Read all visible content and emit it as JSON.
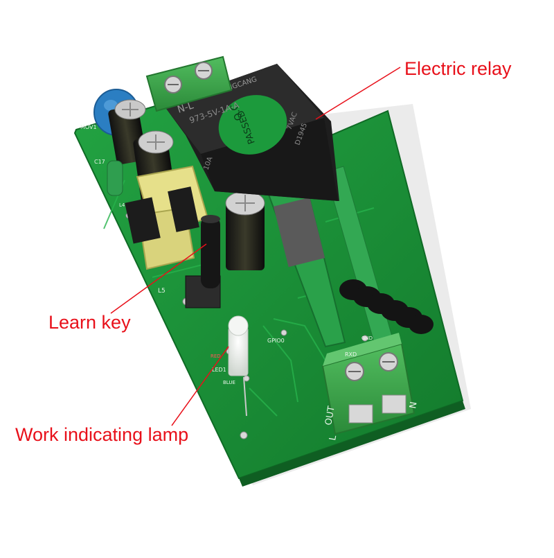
{
  "annotations": {
    "relay": "Electric relay",
    "learn_key": "Learn key",
    "lamp": "Work indicating lamp"
  },
  "relay_markings": {
    "brand": "N-L",
    "maker": "HUILONGCANG",
    "model": "973-5V-1A-A",
    "qc_top": "Q.C",
    "qc_bottom": "PASSED",
    "rating": "7VAC",
    "batch": "D1945",
    "voltage": "10A"
  },
  "board_silkscreen": {
    "mov": "MOV1",
    "c17": "C17",
    "l4": "L4",
    "l5": "L5",
    "gpio": "GPIO0",
    "red": "RED",
    "led1": "LED1",
    "blue": "BLUE",
    "rxd": "RXD",
    "gnd": "GND",
    "out": "OUT",
    "l": "L",
    "n": "N"
  },
  "colors": {
    "annotation_text": "#e8101a",
    "pointer_line": "#e8101a",
    "pcb": "#1a9438",
    "terminal": "#3aa64b",
    "relay_body": "#1e1e1e",
    "qc_sticker": "#1c9a3c"
  },
  "icons": {
    "relay": "relay-icon",
    "button": "push-button-icon",
    "led": "led-icon",
    "antenna": "coil-antenna-icon"
  }
}
